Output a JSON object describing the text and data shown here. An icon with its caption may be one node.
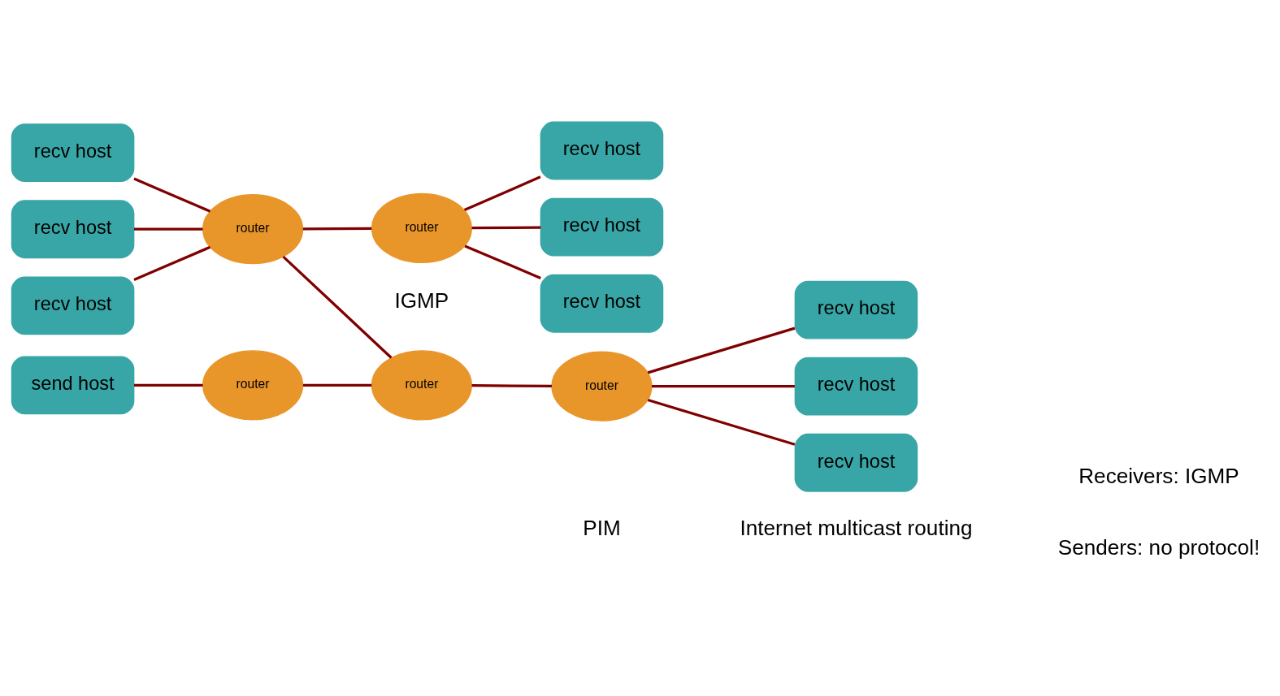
{
  "diagram": {
    "nodes": [
      {
        "text": [
          "recv host"
        ]
      },
      {
        "text": [
          "recv host"
        ]
      },
      {
        "text": [
          "recv host"
        ]
      },
      {
        "text": [
          "router"
        ]
      },
      {
        "text": [
          "router"
        ]
      },
      {
        "text": [
          "recv host"
        ]
      },
      {
        "text": [
          "recv host"
        ]
      },
      {
        "text": [
          "recv host"
        ]
      },
      {
        "text": [
          "router"
        ]
      },
      {
        "text": [
          "send host"
        ]
      },
      {
        "text": [
          "router"
        ]
      },
      {
        "text": [
          "router"
        ]
      },
      {
        "text": [
          "recv host"
        ]
      },
      {
        "text": [
          "recv host"
        ]
      },
      {
        "text": [
          "recv host"
        ]
      }
    ],
    "edges": [
      {
        "from": 0,
        "to": 3,
        "arrow": "none"
      },
      {
        "from": 1,
        "to": 3,
        "arrow": "none"
      },
      {
        "from": 2,
        "to": 3,
        "arrow": "none"
      },
      {
        "from": 3,
        "to": 4,
        "arrow": "none"
      },
      {
        "from": 4,
        "to": 5,
        "arrow": "none"
      },
      {
        "from": 4,
        "to": 6,
        "arrow": "none"
      },
      {
        "from": 4,
        "to": 7,
        "arrow": "none"
      },
      {
        "from": 3,
        "to": 8,
        "arrow": "none"
      },
      {
        "from": 9,
        "to": 10,
        "arrow": "none"
      },
      {
        "from": 10,
        "to": 8,
        "arrow": "none"
      },
      {
        "from": 8,
        "to": 11,
        "arrow": "none"
      },
      {
        "from": 11,
        "to": 12,
        "arrow": "none"
      },
      {
        "from": 11,
        "to": 13,
        "arrow": "none"
      },
      {
        "from": 11,
        "to": 14,
        "arrow": "none"
      }
    ],
    "labels": [
      "IGMP",
      "PIM",
      "Internet multicast routing",
      "Senders: no protocol!",
      "Receivers: IGMP"
    ]
  }
}
